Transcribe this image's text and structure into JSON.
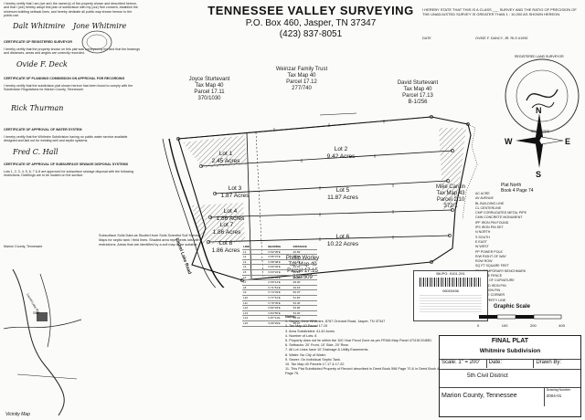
{
  "header": {
    "title": "TENNESSEE VALLEY SURVEYING",
    "address": "P.O. Box 460, Jasper, TN 37347",
    "phone": "(423) 837-8051"
  },
  "cert_left": [
    "I hereby certify that I am (we are) the owner(s) of the property shown and described hereon, and that I (we) hereby adopt this plan of subdivision with my (our) free consent, establish the minimum building setback lines, and hereby dedicate all public way shown hereon to the public use.",
    "CERTIFICATE OF REGISTERED SURVEYOR",
    "I hereby certify that the property shown on this plat was surveyed by me and that the bearings and distances, areas and angles are correctly recorded.",
    "CERTIFICATE OF PLANNING COMMISSION ON APPROVAL FOR RECORDING",
    "I hereby certify that the subdivision plat shown hereon has been found to comply with the Subdivision Regulations for Marion County, Tennessee.",
    "CERTIFICATE OF APPROVAL OF WATER SYSTEM",
    "I hereby certify that the Whitmire Subdivision having no public water service available designed and laid out for existing well and septic systems.",
    "CERTIFICATE OF APPROVAL OF SUBSURFACE SEWAGE DISPOSAL SYSTEMS",
    "Lots 1, 2, 3, 4, 5, 6, 7 & 8 are approved for subsurface sewage disposal with the following restrictions. Dwellings are to be located on the surface.",
    "Marion County, Tennessee"
  ],
  "signatures": {
    "owner_sig_1": "Dalt Whitmire",
    "owner_sig_2": "Jone Whitmire",
    "surveyor_sig": "Ovide F. Deck",
    "planning_sig": "Rick Thurman",
    "health_sig": "Fred C. Hall"
  },
  "cert_right": {
    "text": "I HEREBY STATE THAT THIS IS A CLASS ___ SURVEY AND THE RATIO OF PRECISION OF THE UNADJUSTED SURVEY IS GREATER THAN 1 : 10,000 AS SHOWN HEREON.",
    "name": "OVIDE F. DANCY, JR. RLS #1992",
    "date_label": "DATE"
  },
  "adjoiners": [
    {
      "name": "Joyce Sturtevant",
      "map": "Tax Map 40",
      "parcel": "Parcel 17.11",
      "book": "370/1030"
    },
    {
      "name": "Weinzar Family Trust",
      "map": "Tax Map 40",
      "parcel": "Parcel 17.12",
      "book": "277/740"
    },
    {
      "name": "David Sturtevant",
      "map": "Tax Map 40",
      "parcel": "Parcel 17.13",
      "book": "B-1/256"
    },
    {
      "name": "Mike Cardin",
      "map": "Tax Map 43",
      "parcel": "Parcel 2.10",
      "book": "372/1"
    },
    {
      "name": "Phillip Worley",
      "map": "Tax Map 40",
      "parcel": "Parcel 17.15",
      "book": "559/509"
    }
  ],
  "lots": [
    {
      "label": "Lot 1",
      "acres": "2.45 Acres"
    },
    {
      "label": "Lot 2",
      "acres": "9.42 Acres"
    },
    {
      "label": "Lot 3",
      "acres": "1.87 Acres"
    },
    {
      "label": "Lot 4",
      "acres": "1.86 Acres"
    },
    {
      "label": "Lot 5",
      "acres": "11.87 Acres"
    },
    {
      "label": "Lot 6",
      "acres": "10.22 Acres"
    },
    {
      "label": "Lot 7",
      "acres": "1.86 Acres"
    },
    {
      "label": "Lot 8",
      "acres": "1.86 Acres"
    }
  ],
  "road_label": "Laurel Lake Road",
  "north": {
    "n": "N",
    "s": "S",
    "e": "E",
    "w": "W",
    "note1": "Plat North",
    "note2": "Book 4 Page 74"
  },
  "legend": [
    "AC  ACRE",
    "AV  AVENUE",
    "BL  BUILDING LINE",
    "CL  CENTERLINE",
    "CMP  CORRUGATED METAL PIPE",
    "CMN  CONCRETE MONUMENT",
    "IPF  IRON PIN FOUND",
    "IPS  IRON PIN SET",
    "N  NORTH",
    "S  SOUTH",
    "E  EAST",
    "W  WEST",
    "PP  POWER POLE",
    "R/W  RIGHT OF WAY",
    "ROW  ROW",
    "SQ FT  SQUARE FEET",
    "TBM  TEMPORARY BENCHMARK",
    "WF  WIRE FENCE",
    "+  POINT OF CURVATURE",
    "O  FOUND IRON PIN",
    "●  SET IRON PIN",
    "X  FENCE CORNER",
    "—  PROPERTY LINE"
  ],
  "graphic_scale": {
    "title": "Graphic Scale",
    "ticks": [
      "0",
      "100",
      "200",
      "400"
    ]
  },
  "line_table": {
    "headers": [
      "LINE",
      "BEARING",
      "DISTANCE"
    ],
    "rows": [
      [
        "L1",
        "N 52°35'E",
        "40.69'"
      ],
      [
        "L2",
        "N 55°37'E",
        "42.62'"
      ],
      [
        "L3",
        "N 58°08'E",
        "43.19'"
      ],
      [
        "L4",
        "N 60°46'E",
        "44.01'"
      ],
      [
        "L5",
        "N 63°22'E",
        "45.22'"
      ],
      [
        "L6",
        "N 66°03'E",
        "46.68'"
      ],
      [
        "L7",
        "N 69°14'E",
        "48.30'"
      ],
      [
        "L8",
        "N 71°51'E",
        "49.15'"
      ],
      [
        "L9",
        "N 74°33'E",
        "50.07'"
      ],
      [
        "L10",
        "N 77°12'E",
        "51.81'"
      ],
      [
        "L11",
        "N 79°45'E",
        "52.40'"
      ],
      [
        "L12",
        "N 82°18'E",
        "53.66'"
      ],
      [
        "L13",
        "N 84°50'E",
        "54.02'"
      ],
      [
        "L14",
        "N 87°11'E",
        "55.31'"
      ],
      [
        "L15",
        "S 89°29'E",
        "56.47'"
      ]
    ]
  },
  "notes": {
    "heading": "Notes:",
    "items": [
      "1. Owner: Jone Whitmire, 8787 Orchard Road, Jasper, TN 37347",
      "2. Tax Map 40 Parcel 17.15",
      "3. Area Subdivided: 41.42 Acres",
      "4. Number of Lots: 8",
      "5. Property does not lie within the 100 Year Flood Zone as per FEMA Map Panel 47115C0185D.",
      "6. Setbacks: 20' Front, 10' Side, 20' Rear.",
      "7. All Lot Lines have 10' Drainage & Utility Easements.",
      "8. Water: No City of Water.",
      "9. Sewer: On Individual Septic Tank.",
      "10. Tax Map 40 Parcels 17.17 & 17.20",
      "11. This Plat Subdivided Property of Record described in Deed Book 598 Page 70 & in Deed Book 495 Page 75."
    ]
  },
  "title_block": {
    "final_plat": "FINAL PLAT",
    "subdivision": "Whitmire Subdivision",
    "scale_label": "Scale:",
    "scale_value": "1\" = 200'",
    "date_label": "Date:",
    "drawn_label": "Drawn By:",
    "district": "5th Civil District",
    "county": "Marion County, Tennessee",
    "drawing_label": "Drawing Number",
    "drawing_number": "2004-01"
  },
  "stamps": {
    "seal1": "REGISTERED LAND SURVEYOR",
    "seal2": "TENNESSEE",
    "recording_text": "BK/PG: 9101-291",
    "recording_num": "06003456"
  },
  "vicinity": {
    "title": "Vicinity Map",
    "site_label": "Site",
    "road_label": "Laurel Lake Rd"
  },
  "septic_note": "Subsurface Soils Data as Studied from Soils Scientist Soil Survey Maps for septic tank / field lines. Shaded area represents lots with restrictions. Areas that are identified by a soil map to be suitable.",
  "colors": {
    "paper": "#fbfbf9",
    "ink": "#111111",
    "hatch": "#555555"
  }
}
